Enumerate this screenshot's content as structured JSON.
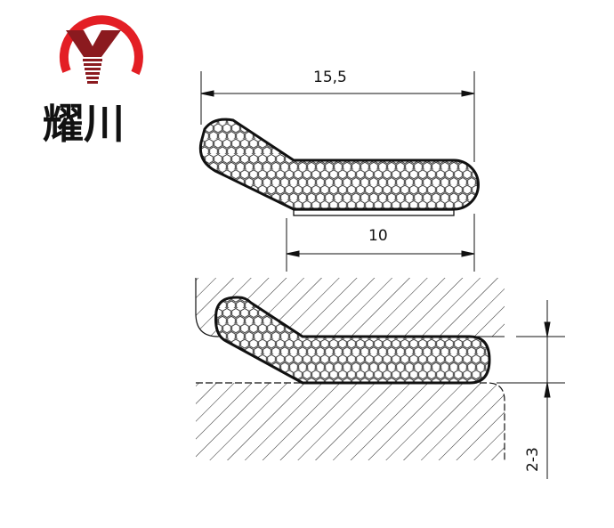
{
  "logo": {
    "text": "耀川",
    "letter": "Y",
    "ring_color": "#e31e24",
    "mark_color": "#8b1a1f"
  },
  "drawing": {
    "overall_width_label": "15,5",
    "tape_width_label": "10",
    "gap_label": "2-3"
  },
  "colors": {
    "line": "#111111"
  }
}
